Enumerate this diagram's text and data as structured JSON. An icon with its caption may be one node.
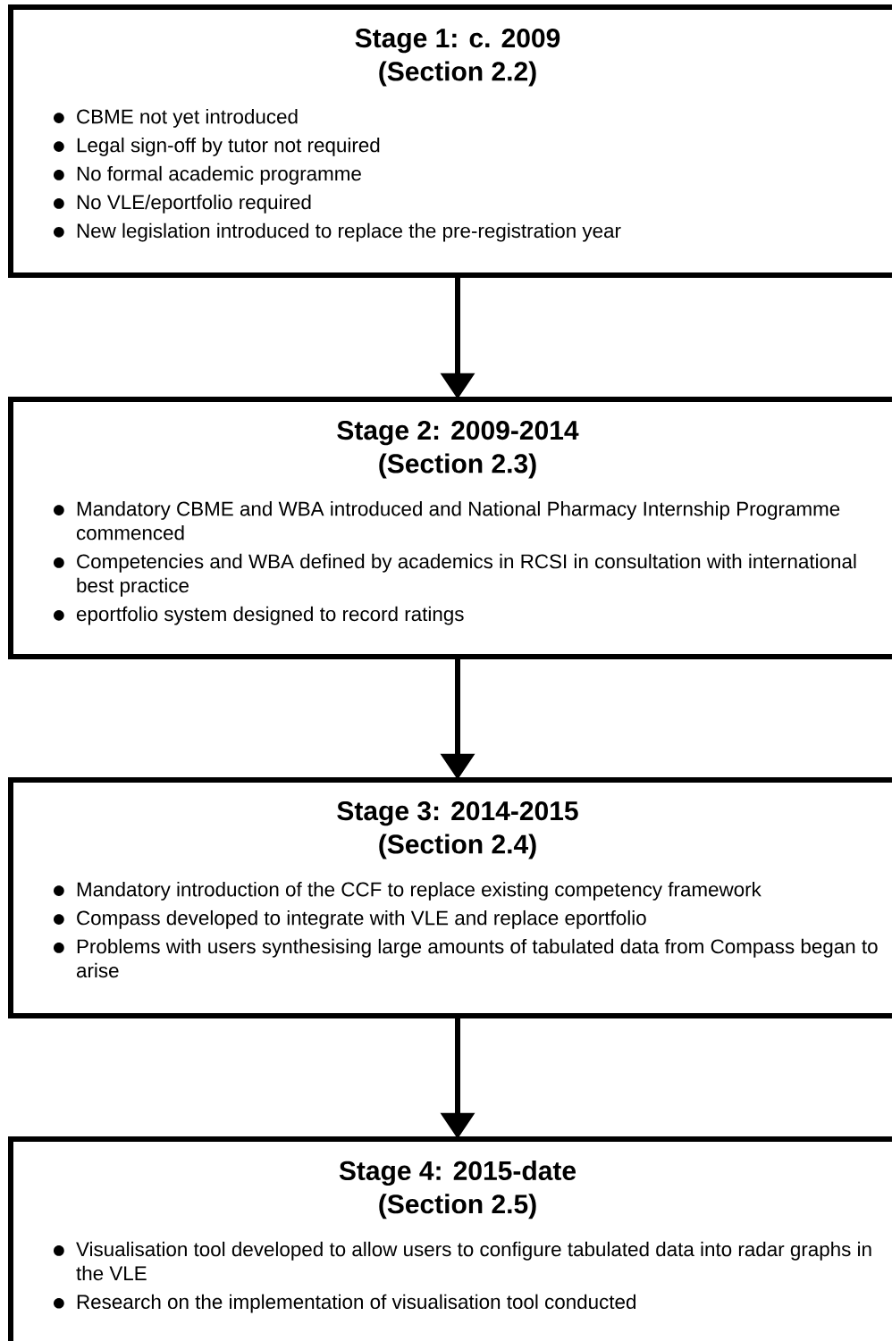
{
  "diagram": {
    "nodes": [
      {
        "text": [
          "Stage 1: c. 2009 (Section 2.2)",
          "CBME not yet introduced",
          "Legal sign-off by tutor not required",
          "No formal academic programme",
          "No VLE/eportfolio required",
          "New legislation introduced to replace the pre-registration year"
        ]
      },
      {
        "text": [
          "Stage 2: 2009-2014 (Section 2.3)",
          "Mandatory CBME and WBA introduced and National Pharmacy Internship Programme commenced",
          "Competencies and WBA defined by academics in RCSI in consultation with international best practice",
          "eportfolio system designed to record ratings"
        ]
      },
      {
        "text": [
          "Stage 3: 2014-2015 (Section 2.4)",
          "Mandatory introduction of the CCF to replace existing competency framework",
          "Compass developed to integrate with VLE and replace eportfolio",
          "Problems with users synthesising large amounts of tabulated data from Compass began to arise"
        ]
      },
      {
        "text": [
          "Stage 4: 2015-date (Section 2.5)",
          "Visualisation tool developed to allow users to configure tabulated data into radar graphs in the VLE",
          "Research on the implementation of visualisation tool conducted"
        ]
      }
    ],
    "edges": [
      {
        "from": 0,
        "to": 1,
        "arrow": "to"
      },
      {
        "from": 1,
        "to": 2,
        "arrow": "to"
      },
      {
        "from": 2,
        "to": 3,
        "arrow": "to"
      }
    ]
  }
}
